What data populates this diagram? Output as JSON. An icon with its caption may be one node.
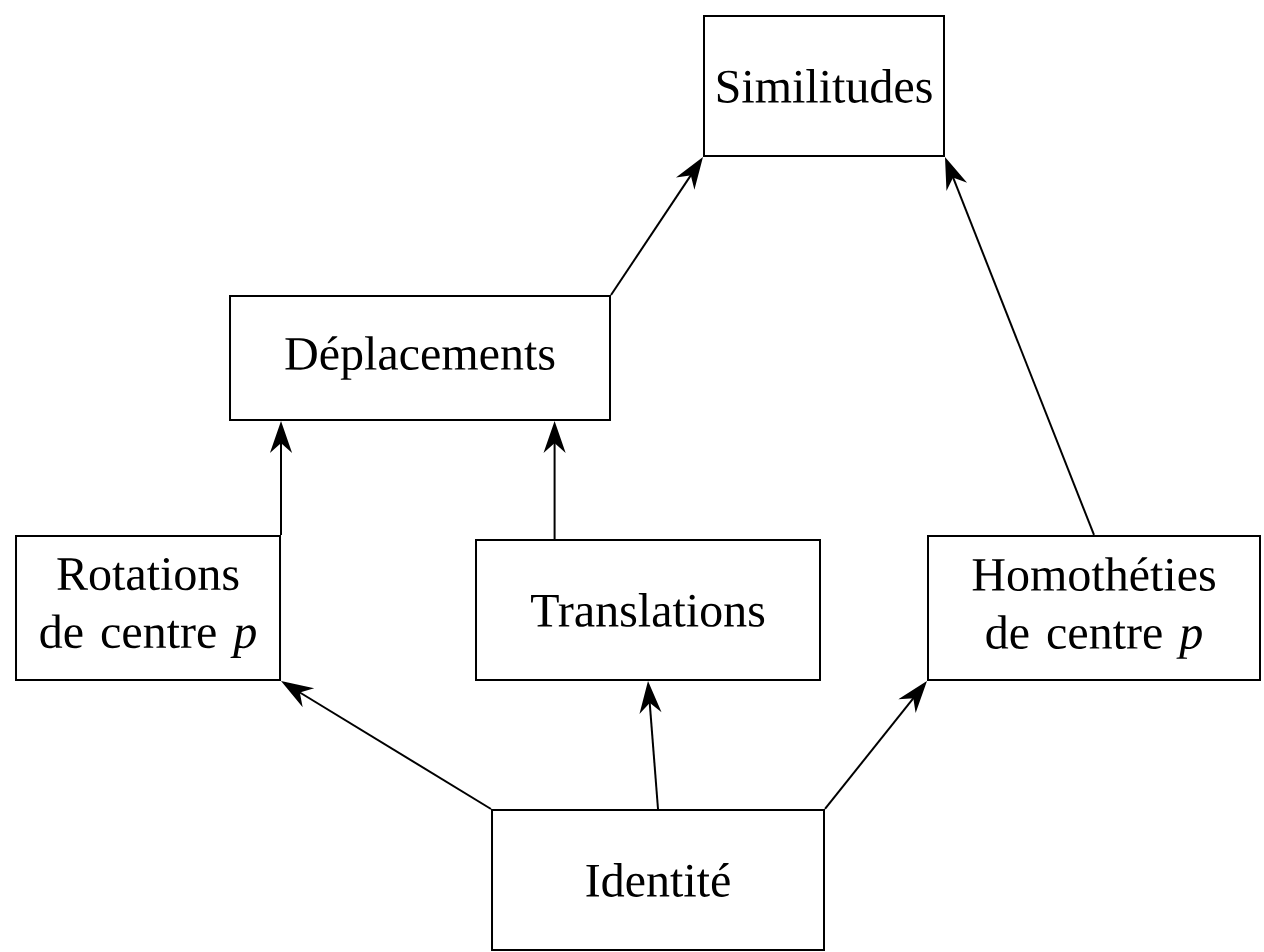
{
  "diagram": {
    "nodes": [
      {
        "text": [
          "Similitudes"
        ]
      },
      {
        "text": [
          "Déplacements"
        ]
      },
      {
        "text": [
          "Rotations de centre *p*"
        ]
      },
      {
        "text": [
          "Translations"
        ]
      },
      {
        "text": [
          "Homothéties de centre *p*"
        ]
      },
      {
        "text": [
          "Identité"
        ]
      }
    ],
    "edges": [
      {
        "from": 1,
        "to": 0,
        "arrow": "to"
      },
      {
        "from": 4,
        "to": 0,
        "arrow": "to"
      },
      {
        "from": 2,
        "to": 1,
        "arrow": "to"
      },
      {
        "from": 3,
        "to": 1,
        "arrow": "to"
      },
      {
        "from": 5,
        "to": 2,
        "arrow": "to"
      },
      {
        "from": 5,
        "to": 3,
        "arrow": "to"
      },
      {
        "from": 5,
        "to": 4,
        "arrow": "to"
      }
    ]
  }
}
